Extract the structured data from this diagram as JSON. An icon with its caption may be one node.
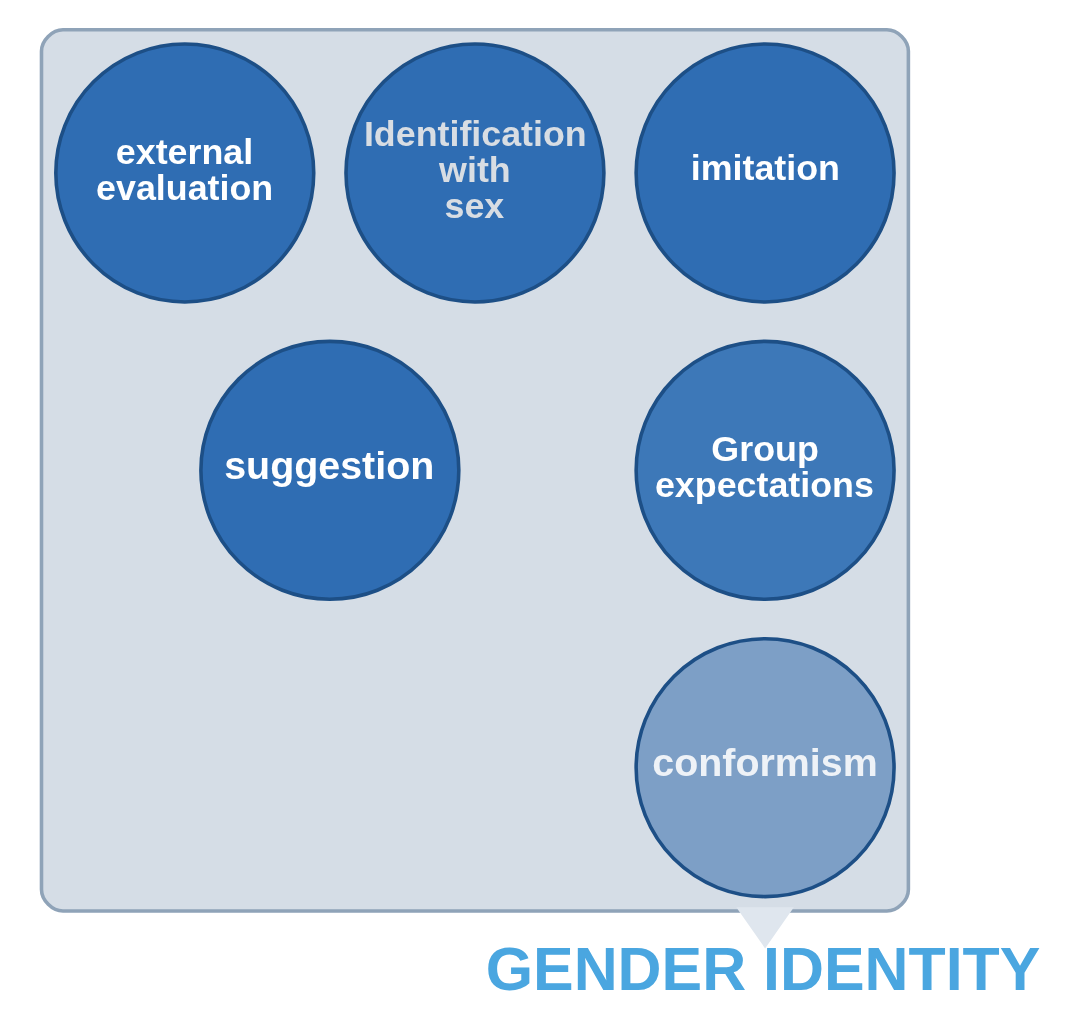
{
  "diagram": {
    "nodes": [
      {
        "text": [],
        "shape": "funnel"
      },
      {
        "text": [
          "imitation"
        ],
        "in": 0
      },
      {
        "text": [
          "Identification with sex"
        ],
        "in": 0
      },
      {
        "text": [
          "external evaluation"
        ],
        "in": 0
      },
      {
        "text": [
          "Group expectations"
        ],
        "in": 0
      },
      {
        "text": [
          "suggestion"
        ],
        "in": 0
      },
      {
        "text": [
          "conformism"
        ],
        "in": 0
      },
      {
        "text": [
          "GENDER IDENTITY"
        ]
      }
    ],
    "edges": [
      {
        "from": 0,
        "to": 7,
        "arrow": "to",
        "style": "thick",
        "color": "#dfe6ee"
      }
    ]
  }
}
